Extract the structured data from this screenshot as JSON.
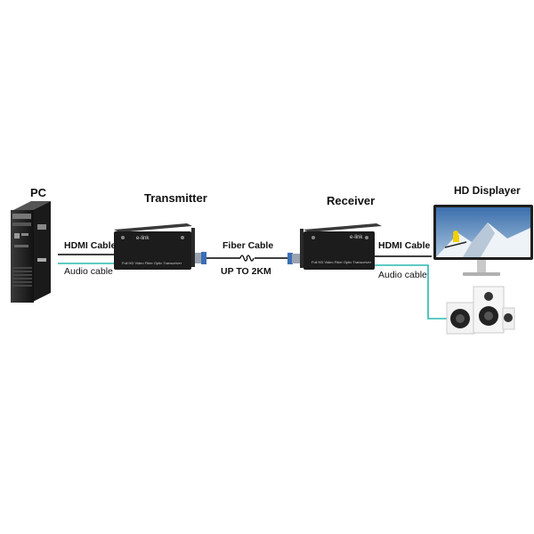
{
  "labels": {
    "pc": "PC",
    "transmitter": "Transmitter",
    "receiver": "Receiver",
    "displayer": "HD Displayer",
    "hdmi_cable_left": "HDMI Cable",
    "audio_cable_left": "Audio cable",
    "fiber_cable": "Fiber Cable",
    "distance": "UP TO 2KM",
    "hdmi_cable_right": "HDMI Cable",
    "audio_cable_right": "Audio cable"
  },
  "devices": {
    "brand": "e-link",
    "transmitter_caption": "Full HD Video Fiber Optic Transceiver",
    "receiver_caption": "Full HD Video Fiber Optic Transceiver"
  },
  "colors": {
    "hdmi_line": "#000000",
    "audio_line": "#28b8b0",
    "device_body": "#1c1c1c"
  }
}
